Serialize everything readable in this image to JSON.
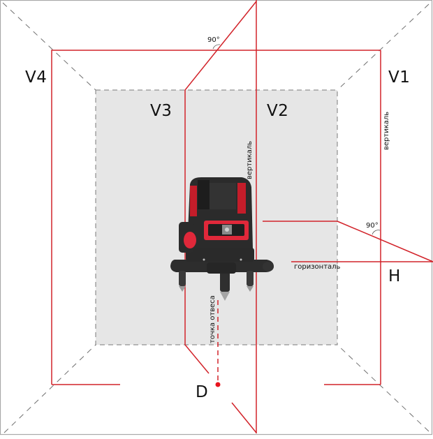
{
  "diagram": {
    "labels": {
      "v1": "V1",
      "v2": "V2",
      "v3": "V3",
      "v4": "V4",
      "h": "H",
      "d": "D"
    },
    "annotations": {
      "angle_top": "90°",
      "angle_right": "90°",
      "vertical_v2": "вертикаль",
      "vertical_v1": "вертикаль",
      "horizontal": "горизонталь",
      "plumb_point": "точка отвеса"
    },
    "colors": {
      "laser_line": "#d2232a",
      "dashed_guide": "#7a7a7a",
      "wall_fill": "#e6e6e6",
      "frame": "#a0a0a0",
      "device_body": "#2b2b2b",
      "device_accent": "#e0283a"
    },
    "device": {
      "name": "laser-level"
    }
  }
}
